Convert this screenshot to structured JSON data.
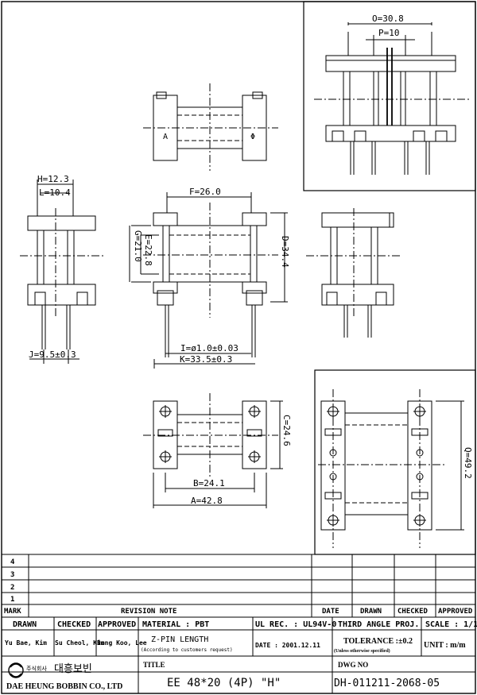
{
  "dimensions": {
    "O": "O=30.8",
    "P": "P=10",
    "H": "H=12.3",
    "L": "L=10.4",
    "F": "F=26.0",
    "G": "G=21.0",
    "E": "E=22.8",
    "D": "D=34.4",
    "J": "J=9.5±0.3",
    "I": "I=ø1.0±0.03",
    "K": "K=33.5±0.3",
    "C": "C=24.6",
    "B": "B=24.1",
    "A": "A=42.8",
    "Q": "Q=49.2"
  },
  "views": {
    "top_label_a": "A",
    "top_label_b": "Φ"
  },
  "revision_marks": [
    "4",
    "3",
    "2",
    "1"
  ],
  "revision_header": {
    "mark": "MARK",
    "note": "REVISION NOTE",
    "date": "DATE",
    "drawn": "DRAWN",
    "checked": "CHECKED",
    "approved": "APPROVED"
  },
  "title_block": {
    "drawn_label": "DRAWN",
    "checked_label": "CHECKED",
    "approved_label": "APPROVED",
    "drawn_name": "Yu Bae, Kim",
    "checked_name": "Su Cheol, Kim",
    "approved_name": "Dong Koo, Lee",
    "material": "MATERIAL : PBT",
    "ul_rec": "UL REC. : UL94V-0",
    "projection": "THIRD ANGLE PROJ.",
    "scale": "SCALE : 1/1",
    "pin_length": "Z-PIN LENGTH",
    "pin_note": "(According to customers request)",
    "date": "DATE : 2001.12.11",
    "tolerance": "TOLERANCE :±0.2",
    "tolerance_note": "(Unless otherwise specified)",
    "unit": "UNIT : m/m",
    "company_ko_prefix": "주식회사",
    "company_ko": "대흥보빈",
    "company_en": "DAE HEUNG BOBBIN CO., LTD",
    "title_label": "TITLE",
    "title": "EE 48*20 (4P) \"H\"",
    "dwg_label": "DWG NO",
    "dwg_no": "DH-011211-2068-05"
  }
}
